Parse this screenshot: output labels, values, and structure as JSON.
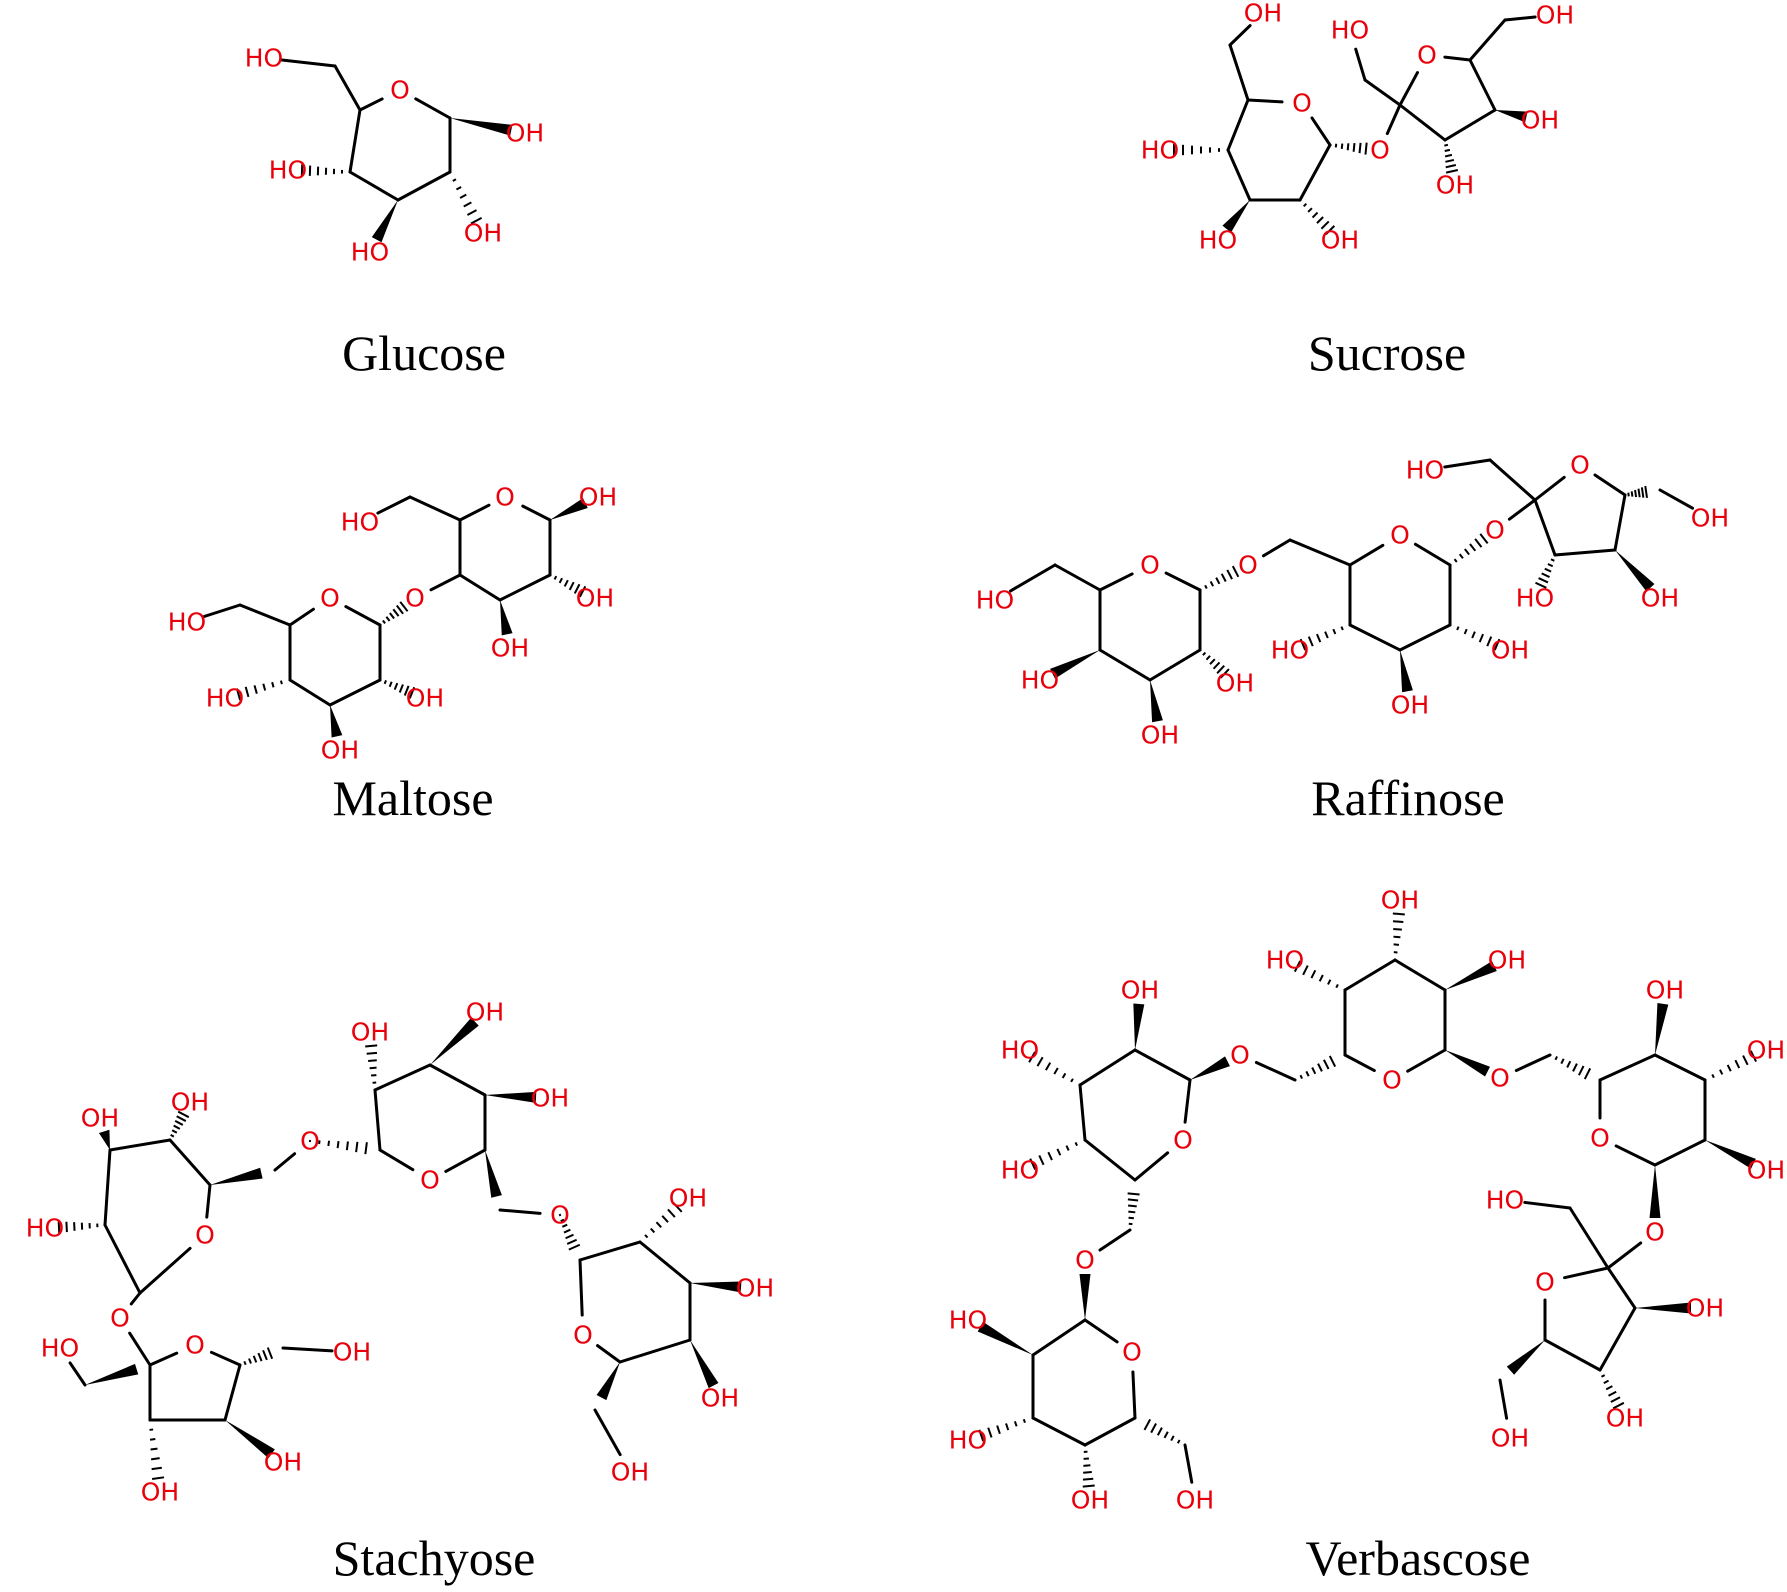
{
  "colors": {
    "bond": "#000000",
    "hetero": "#e8000b",
    "caption": "#000000",
    "background": "#ffffff"
  },
  "labels": {
    "oxygen": "O",
    "hydroxyl": "OH",
    "hydroxyl_left": "HO"
  },
  "molecules": [
    {
      "name": "Glucose"
    },
    {
      "name": "Sucrose"
    },
    {
      "name": "Maltose"
    },
    {
      "name": "Raffinose"
    },
    {
      "name": "Stachyose"
    },
    {
      "name": "Verbascose"
    }
  ]
}
